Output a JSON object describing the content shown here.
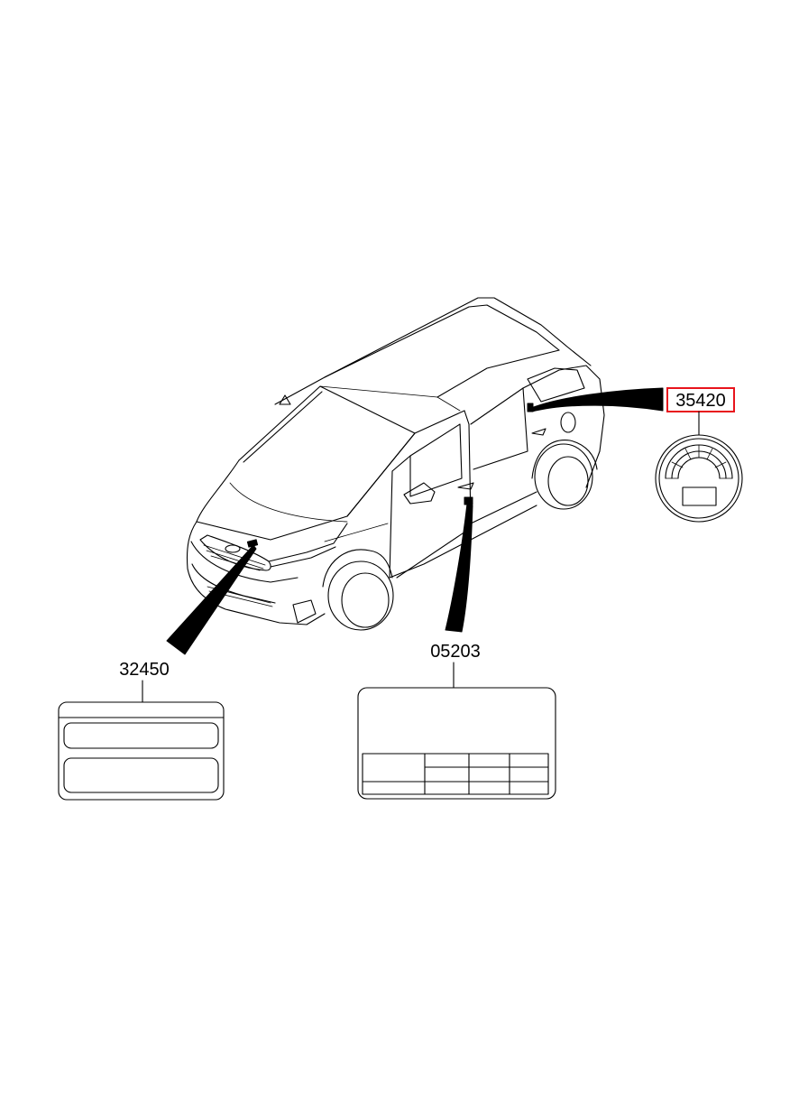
{
  "diagram": {
    "parts": [
      {
        "id": "part-32450",
        "number": "32450",
        "highlighted": false
      },
      {
        "id": "part-05203",
        "number": "05203",
        "highlighted": false
      },
      {
        "id": "part-35420",
        "number": "35420",
        "highlighted": true
      }
    ],
    "colors": {
      "highlight": "#e8141c",
      "line": "#000000",
      "background": "#ffffff"
    }
  }
}
